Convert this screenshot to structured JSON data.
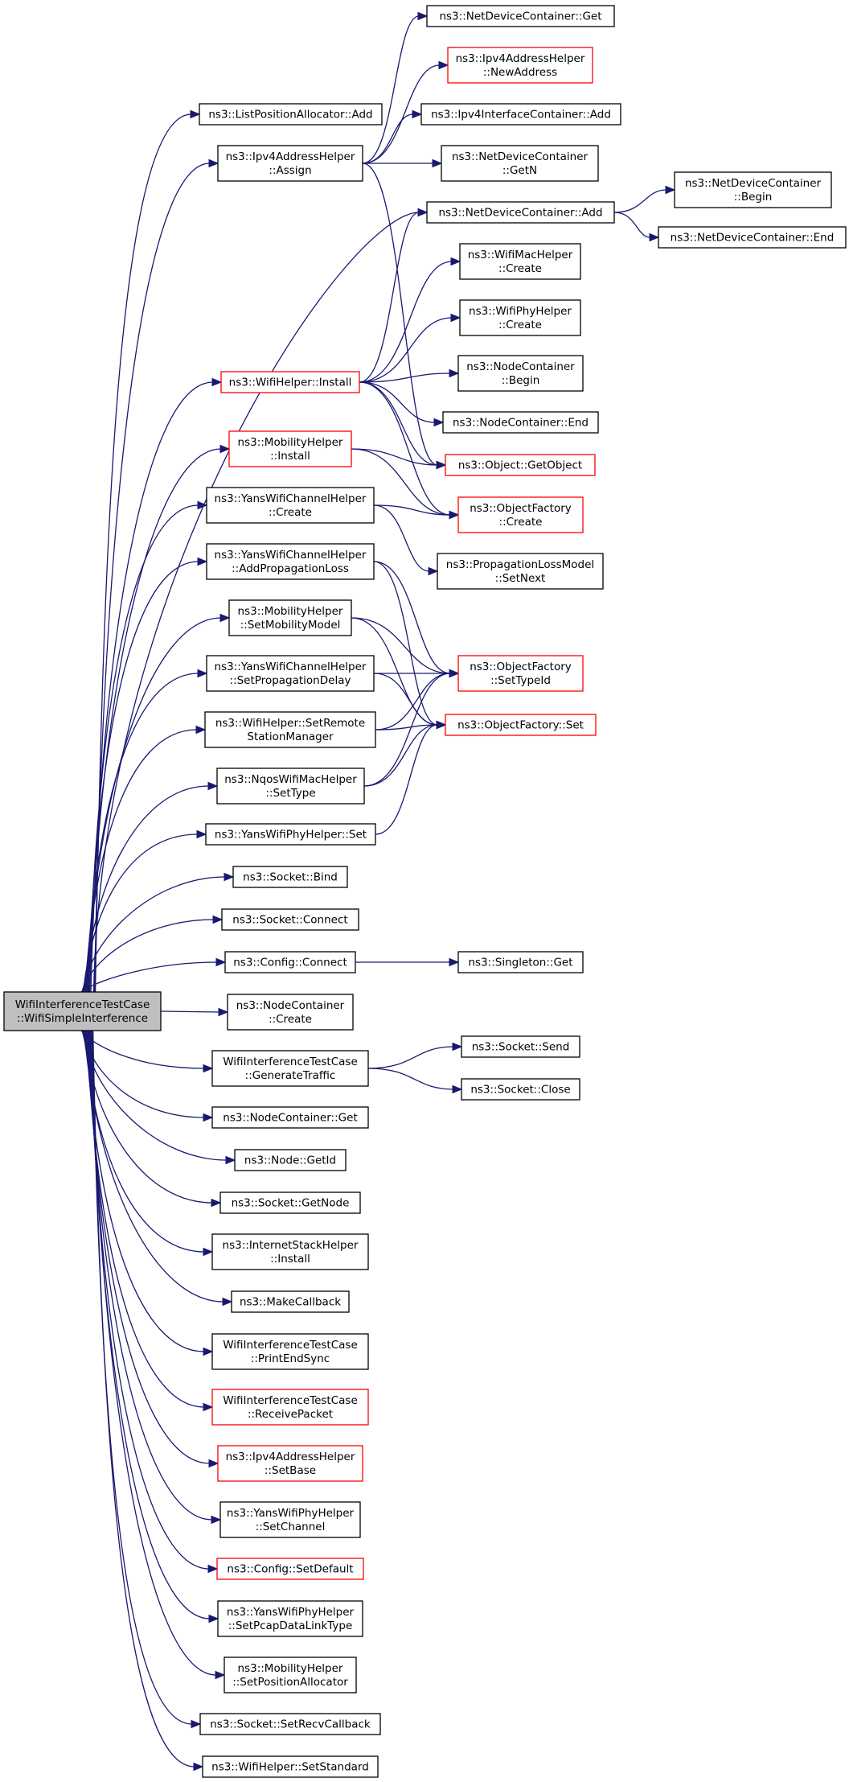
{
  "nodes": [
    {
      "id": "root",
      "lines": [
        "WifiInterferenceTestCase",
        "::WifiSimpleInterference"
      ]
    },
    {
      "id": "ListPositionAllocatorAdd",
      "lines": [
        "ns3::ListPositionAllocator::Add"
      ]
    },
    {
      "id": "Ipv4AddressHelperAssign",
      "lines": [
        "ns3::Ipv4AddressHelper",
        "::Assign"
      ]
    },
    {
      "id": "NetDeviceContainerGet",
      "lines": [
        "ns3::NetDeviceContainer::Get"
      ]
    },
    {
      "id": "Ipv4AddressHelperNewAddress",
      "lines": [
        "ns3::Ipv4AddressHelper",
        "::NewAddress"
      ]
    },
    {
      "id": "Ipv4InterfaceContainerAdd",
      "lines": [
        "ns3::Ipv4InterfaceContainer::Add"
      ]
    },
    {
      "id": "NetDeviceContainerGetN",
      "lines": [
        "ns3::NetDeviceContainer",
        "::GetN"
      ]
    },
    {
      "id": "NetDeviceContainerAdd",
      "lines": [
        "ns3::NetDeviceContainer::Add"
      ]
    },
    {
      "id": "NetDeviceContainerBegin",
      "lines": [
        "ns3::NetDeviceContainer",
        "::Begin"
      ]
    },
    {
      "id": "NetDeviceContainerEnd",
      "lines": [
        "ns3::NetDeviceContainer::End"
      ]
    },
    {
      "id": "WifiMacHelperCreate",
      "lines": [
        "ns3::WifiMacHelper",
        "::Create"
      ]
    },
    {
      "id": "WifiPhyHelperCreate",
      "lines": [
        "ns3::WifiPhyHelper",
        "::Create"
      ]
    },
    {
      "id": "WifiHelperInstall",
      "lines": [
        "ns3::WifiHelper::Install"
      ]
    },
    {
      "id": "NodeContainerBegin",
      "lines": [
        "ns3::NodeContainer",
        "::Begin"
      ]
    },
    {
      "id": "NodeContainerEnd",
      "lines": [
        "ns3::NodeContainer::End"
      ]
    },
    {
      "id": "ObjectGetObject",
      "lines": [
        "ns3::Object::GetObject"
      ]
    },
    {
      "id": "MobilityHelperInstall",
      "lines": [
        "ns3::MobilityHelper",
        "::Install"
      ]
    },
    {
      "id": "YansWifiChannelHelperCreate",
      "lines": [
        "ns3::YansWifiChannelHelper",
        "::Create"
      ]
    },
    {
      "id": "ObjectFactoryCreate",
      "lines": [
        "ns3::ObjectFactory",
        "::Create"
      ]
    },
    {
      "id": "YansWifiChannelHelperAddPropagationLoss",
      "lines": [
        "ns3::YansWifiChannelHelper",
        "::AddPropagationLoss"
      ]
    },
    {
      "id": "PropagationLossModelSetNext",
      "lines": [
        "ns3::PropagationLossModel",
        "::SetNext"
      ]
    },
    {
      "id": "MobilityHelperSetMobilityModel",
      "lines": [
        "ns3::MobilityHelper",
        "::SetMobilityModel"
      ]
    },
    {
      "id": "YansWifiChannelHelperSetPropagationDelay",
      "lines": [
        "ns3::YansWifiChannelHelper",
        "::SetPropagationDelay"
      ]
    },
    {
      "id": "ObjectFactorySetTypeId",
      "lines": [
        "ns3::ObjectFactory",
        "::SetTypeId"
      ]
    },
    {
      "id": "WifiHelperSetRemoteStationManager",
      "lines": [
        "ns3::WifiHelper::SetRemote",
        "StationManager"
      ]
    },
    {
      "id": "ObjectFactorySet",
      "lines": [
        "ns3::ObjectFactory::Set"
      ]
    },
    {
      "id": "NqosWifiMacHelperSetType",
      "lines": [
        "ns3::NqosWifiMacHelper",
        "::SetType"
      ]
    },
    {
      "id": "YansWifiPhyHelperSet",
      "lines": [
        "ns3::YansWifiPhyHelper::Set"
      ]
    },
    {
      "id": "SocketBind",
      "lines": [
        "ns3::Socket::Bind"
      ]
    },
    {
      "id": "SocketConnect",
      "lines": [
        "ns3::Socket::Connect"
      ]
    },
    {
      "id": "ConfigConnect",
      "lines": [
        "ns3::Config::Connect"
      ]
    },
    {
      "id": "SingletonGet",
      "lines": [
        "ns3::Singleton::Get"
      ]
    },
    {
      "id": "NodeContainerCreate",
      "lines": [
        "ns3::NodeContainer",
        "::Create"
      ]
    },
    {
      "id": "GenerateTraffic",
      "lines": [
        "WifiInterferenceTestCase",
        "::GenerateTraffic"
      ]
    },
    {
      "id": "SocketSend",
      "lines": [
        "ns3::Socket::Send"
      ]
    },
    {
      "id": "SocketClose",
      "lines": [
        "ns3::Socket::Close"
      ]
    },
    {
      "id": "NodeContainerGet",
      "lines": [
        "ns3::NodeContainer::Get"
      ]
    },
    {
      "id": "NodeGetId",
      "lines": [
        "ns3::Node::GetId"
      ]
    },
    {
      "id": "SocketGetNode",
      "lines": [
        "ns3::Socket::GetNode"
      ]
    },
    {
      "id": "InternetStackHelperInstall",
      "lines": [
        "ns3::InternetStackHelper",
        "::Install"
      ]
    },
    {
      "id": "MakeCallback",
      "lines": [
        "ns3::MakeCallback"
      ]
    },
    {
      "id": "PrintEndSync",
      "lines": [
        "WifiInterferenceTestCase",
        "::PrintEndSync"
      ]
    },
    {
      "id": "ReceivePacket",
      "lines": [
        "WifiInterferenceTestCase",
        "::ReceivePacket"
      ]
    },
    {
      "id": "Ipv4AddressHelperSetBase",
      "lines": [
        "ns3::Ipv4AddressHelper",
        "::SetBase"
      ]
    },
    {
      "id": "YansWifiPhyHelperSetChannel",
      "lines": [
        "ns3::YansWifiPhyHelper",
        "::SetChannel"
      ]
    },
    {
      "id": "ConfigSetDefault",
      "lines": [
        "ns3::Config::SetDefault"
      ]
    },
    {
      "id": "YansWifiPhyHelperSetPcapDataLinkType",
      "lines": [
        "ns3::YansWifiPhyHelper",
        "::SetPcapDataLinkType"
      ]
    },
    {
      "id": "MobilityHelperSetPositionAllocator",
      "lines": [
        "ns3::MobilityHelper",
        "::SetPositionAllocator"
      ]
    },
    {
      "id": "SocketSetRecvCallback",
      "lines": [
        "ns3::Socket::SetRecvCallback"
      ]
    },
    {
      "id": "WifiHelperSetStandard",
      "lines": [
        "ns3::WifiHelper::SetStandard"
      ]
    }
  ],
  "colors": {
    "edge": "#191970",
    "node_border": "#000000",
    "node_border_truncated": "#ff0000",
    "root_fill": "#bfbfbf",
    "node_fill": "#ffffff"
  }
}
